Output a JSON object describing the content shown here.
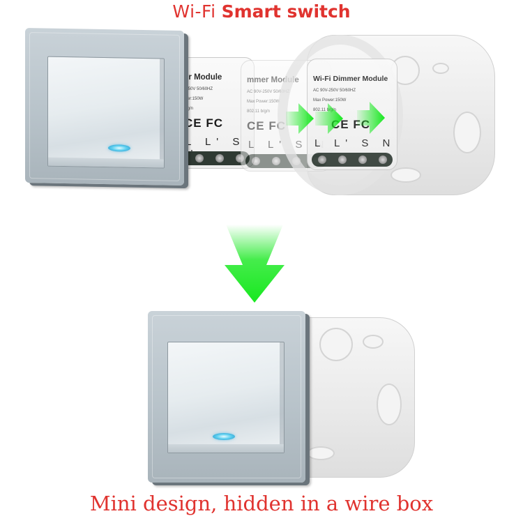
{
  "header": {
    "title_light": "Wi-Fi",
    "title_bold": "Smart switch"
  },
  "module": {
    "title_partial_left": "er Module",
    "title_partial_mid": "mmer Module",
    "title_full": "Wi-Fi Dimmer Module",
    "spec_voltage": "AC 90V-250V  50/60HZ",
    "spec_power": "Max Power:150W",
    "spec_wifi": "802.11 b/g/n",
    "certifications": "CE FC",
    "terminals": "L L' S N"
  },
  "caption": {
    "text": "Mini design, hidden in a wire box"
  },
  "colors": {
    "text_red": "#e0332f",
    "arrow_green": "#17e81f",
    "led_blue": "#38b6e6"
  },
  "icons": {
    "down_arrow": "green-down-arrow-icon",
    "right_arrows": "green-right-arrow-icon",
    "led": "indicator-led-icon"
  }
}
